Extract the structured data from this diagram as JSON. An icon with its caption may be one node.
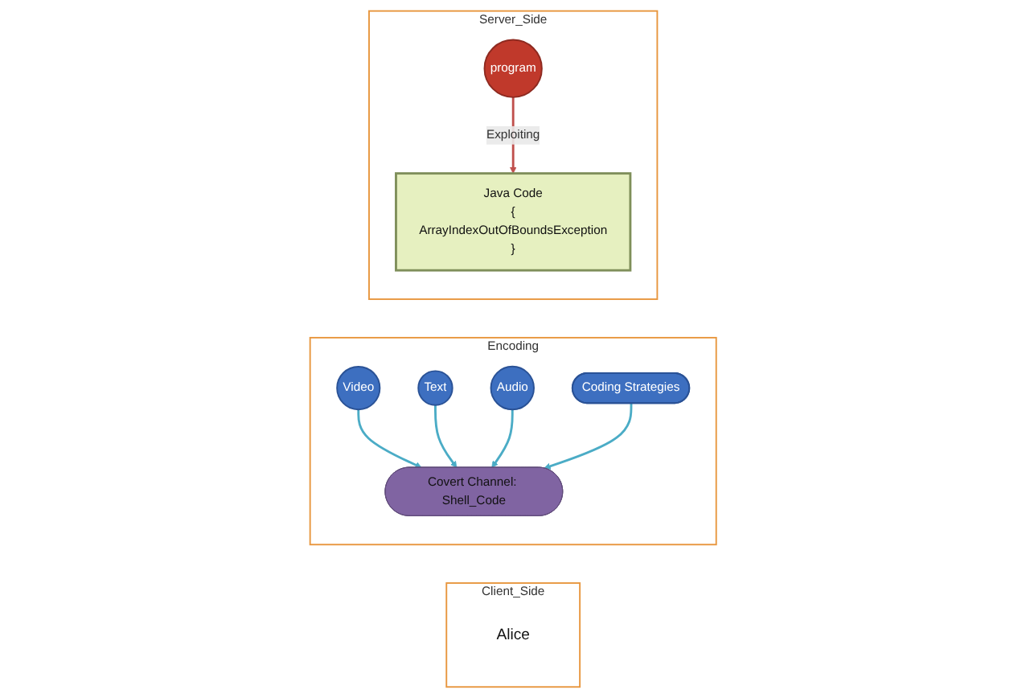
{
  "diagram": {
    "nodes": [
      {
        "text": [
          "Client_Side"
        ]
      },
      {
        "text": [
          "Alice"
        ],
        "in": 0
      },
      {
        "text": [
          "Encoding"
        ]
      },
      {
        "text": [
          "Video"
        ],
        "in": 2
      },
      {
        "text": [
          "Text"
        ],
        "in": 2
      },
      {
        "text": [
          "Audio"
        ],
        "in": 2
      },
      {
        "text": [
          "Covert Channel: Shell_Code"
        ],
        "in": 2
      },
      {
        "text": [
          "Coding Strategies"
        ],
        "in": 2
      },
      {
        "text": [
          "Server_Side"
        ]
      },
      {
        "text": [
          "Java Code",
          "{",
          "ArrayIndexOutOfBoundsException",
          "}"
        ],
        "in": 8
      },
      {
        "text": [
          "program"
        ],
        "in": 8
      }
    ],
    "edges": [
      {
        "from": 3,
        "to": 6,
        "arrow": "to"
      },
      {
        "from": 4,
        "to": 6,
        "arrow": "to"
      },
      {
        "from": 5,
        "to": 6,
        "arrow": "to"
      },
      {
        "from": 7,
        "to": 6,
        "arrow": "to"
      },
      {
        "from": 10,
        "to": 9,
        "arrow": "to",
        "label": "Exploiting",
        "color": "#c0504d"
      }
    ]
  }
}
